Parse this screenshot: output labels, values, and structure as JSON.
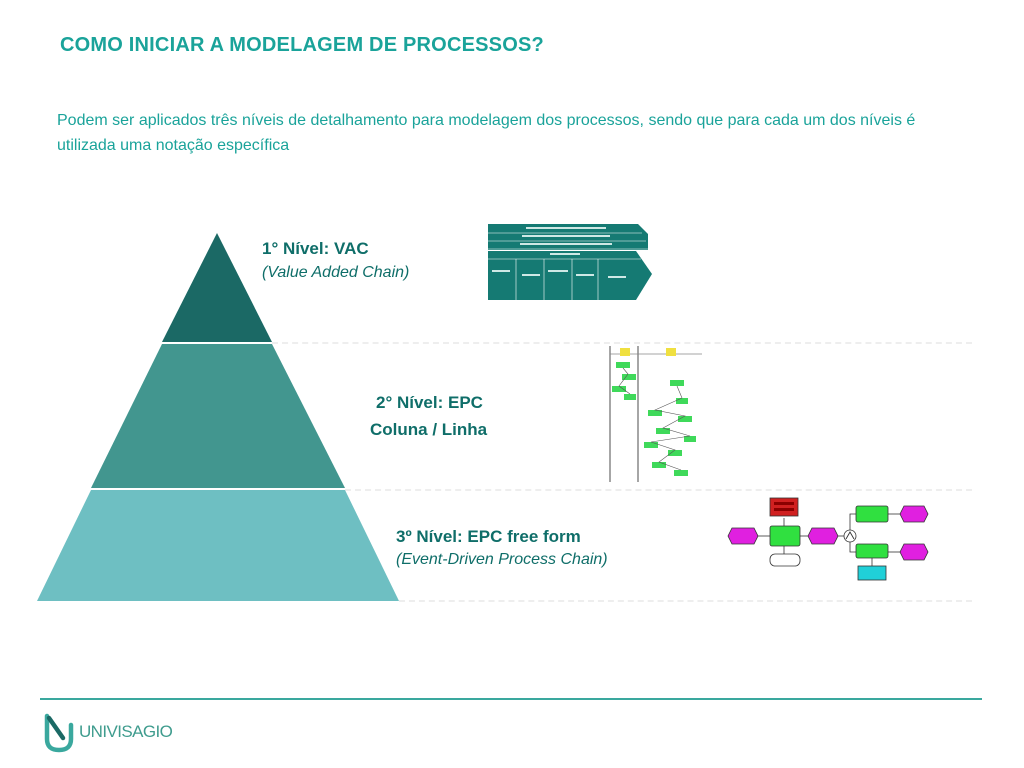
{
  "header": {
    "title": "COMO INICIAR A MODELAGEM DE PROCESSOS?"
  },
  "intro": "Podem ser aplicados três níveis de detalhamento para modelagem dos processos, sendo que para cada um dos níveis é utilizada uma notação específica",
  "levels": [
    {
      "title": "1° Nível: VAC",
      "subtitle": "(Value Added Chain)",
      "color": "#1b6965",
      "thumbnail": "value-added-chain-thumbnail"
    },
    {
      "title": "2° Nível: EPC",
      "subtitle": "Coluna / Linha",
      "color": "#42968f",
      "thumbnail": "epc-column-row-thumbnail"
    },
    {
      "title": "3º Nível: EPC free form",
      "subtitle": "(Event-Driven Process Chain)",
      "color": "#6ebfc2",
      "thumbnail": "epc-free-form-thumbnail"
    }
  ],
  "footer": {
    "brand": "UNIVISAGIO",
    "line_color": "#3aa89e"
  },
  "colors": {
    "accent": "#1aa39a",
    "level_text": "#0f6e69"
  }
}
